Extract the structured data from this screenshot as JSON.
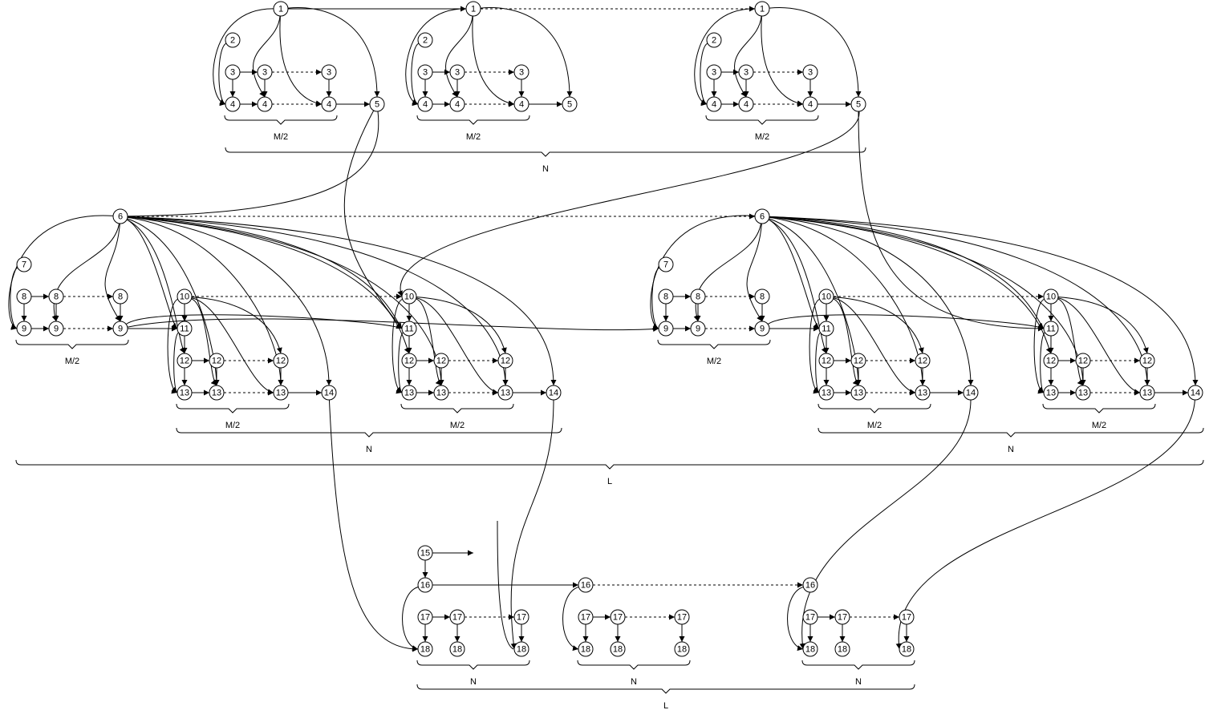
{
  "labels": {
    "half_m": "M/2",
    "n": "N",
    "l": "L"
  }
}
